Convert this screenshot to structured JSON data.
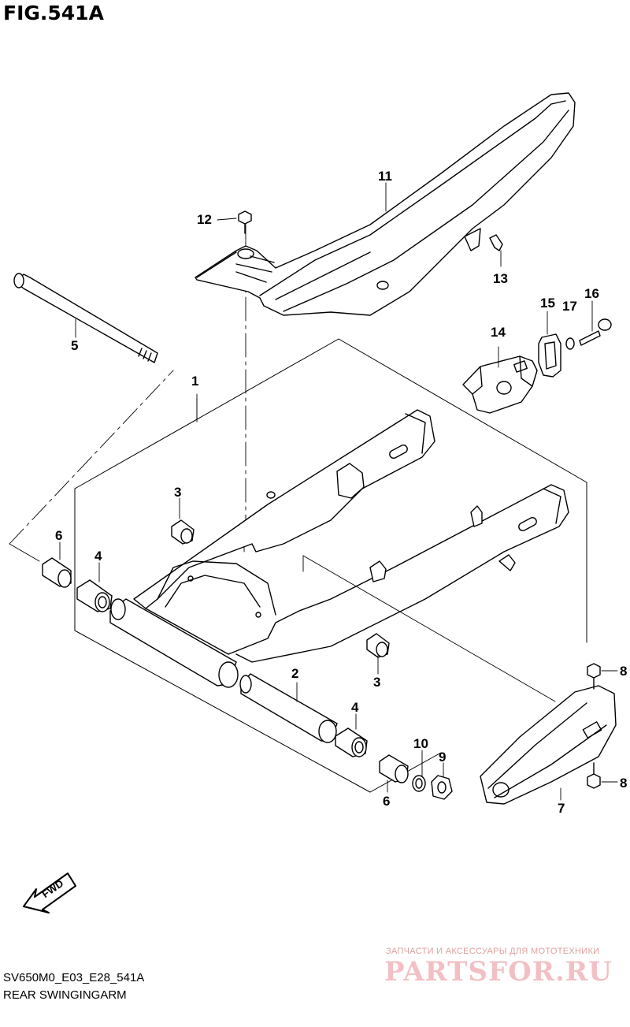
{
  "figure": {
    "title": "FIG.541A",
    "code": "SV650M0_E03_E28_541A",
    "caption": "REAR SWINGINGARM"
  },
  "callouts": [
    {
      "id": "c1",
      "label": "1"
    },
    {
      "id": "c2",
      "label": "2"
    },
    {
      "id": "c3a",
      "label": "3"
    },
    {
      "id": "c3b",
      "label": "3"
    },
    {
      "id": "c4a",
      "label": "4"
    },
    {
      "id": "c4b",
      "label": "4"
    },
    {
      "id": "c5",
      "label": "5"
    },
    {
      "id": "c6a",
      "label": "6"
    },
    {
      "id": "c6b",
      "label": "6"
    },
    {
      "id": "c7",
      "label": "7"
    },
    {
      "id": "c8a",
      "label": "8"
    },
    {
      "id": "c8b",
      "label": "8"
    },
    {
      "id": "c9",
      "label": "9"
    },
    {
      "id": "c10",
      "label": "10"
    },
    {
      "id": "c11",
      "label": "11"
    },
    {
      "id": "c12",
      "label": "12"
    },
    {
      "id": "c13",
      "label": "13"
    },
    {
      "id": "c14",
      "label": "14"
    },
    {
      "id": "c15",
      "label": "15"
    },
    {
      "id": "c16",
      "label": "16"
    },
    {
      "id": "c17",
      "label": "17"
    }
  ],
  "fwd_label": "FWD",
  "watermark": {
    "tagline": "ЗАПЧАСТИ И АКСЕССУАРЫ ДЛЯ МОТОТЕХНИКИ",
    "logo": "PARTSFOR.RU"
  },
  "colors": {
    "ink": "#000000",
    "watermark": "#f2c0c4"
  }
}
